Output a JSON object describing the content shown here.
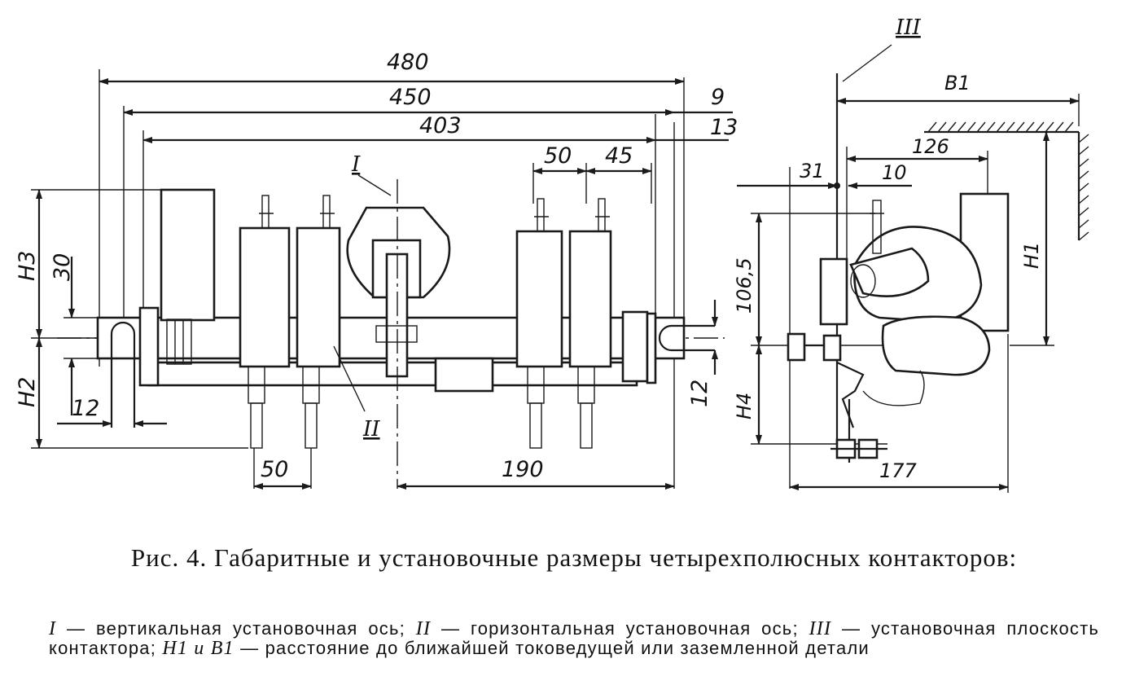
{
  "figure": {
    "dimensions": {
      "overall_480": "480",
      "span_450": "450",
      "span_403": "403",
      "right_9": "9",
      "right_13": "13",
      "pitch_50_top": "50",
      "pitch_45": "45",
      "h3": "H3",
      "v_30": "30",
      "h2": "H2",
      "left_12": "12",
      "bottom_50": "50",
      "bottom_190": "190",
      "right_12": "12",
      "b1": "B1",
      "d_126": "126",
      "d_31": "31",
      "d_10": "10",
      "d_106_5": "106,5",
      "h1": "H1",
      "h4": "H4",
      "d_177": "177"
    },
    "axis_labels": {
      "axis_1": "I",
      "axis_2": "II",
      "axis_3": "III"
    }
  },
  "caption": {
    "title": "Рис. 4. Габаритные и установочные размеры четырехполюсных контакторов:",
    "legend": [
      {
        "mark": "I",
        "text": "вертикальная установочная ось;"
      },
      {
        "mark": "II",
        "text": "горизонтальная установочная ось;"
      },
      {
        "mark": "III",
        "text": "установочная плоскость контактора;"
      },
      {
        "mark": "H1 и B1",
        "text": "расстояние до ближайшей токоведущей или заземленной детали"
      }
    ],
    "dash": "—"
  }
}
